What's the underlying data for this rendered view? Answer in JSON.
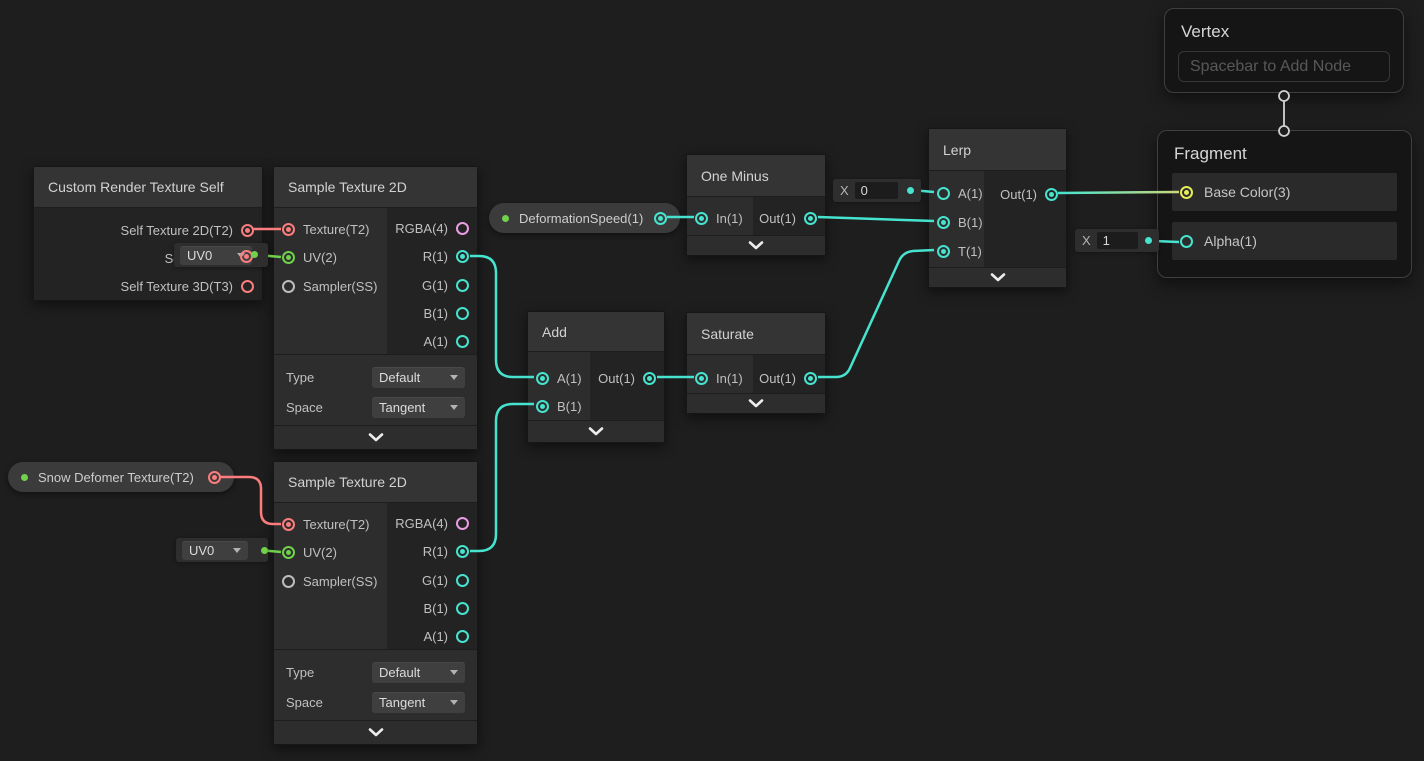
{
  "colors": {
    "wire_float": "#46e3cf",
    "wire_texture": "#fb7d7d",
    "wire_vector2": "#70d14b",
    "wire_gradient_end": "#ccd879",
    "port_float": "#46e3cf",
    "port_texture": "#fb7d7d",
    "port_vector2": "#70d14b",
    "port_vector3": "#e6ec5a",
    "port_vector4": "#ea9ce4",
    "port_sampler": "#bdbdbd",
    "property_dot": "#70d14b",
    "stack_edge": "#c0c0c0"
  },
  "nodes": {
    "custom_render_texture_self": {
      "title": "Custom Render Texture Self",
      "outputs": [
        "Self Texture 2D(T2)",
        "Self Texture",
        "Self Texture 3D(T3)"
      ]
    },
    "sample_texture_2d": {
      "title": "Sample Texture 2D",
      "inputs": [
        "Texture(T2)",
        "UV(2)",
        "Sampler(SS)"
      ],
      "outputs": [
        "RGBA(4)",
        "R(1)",
        "G(1)",
        "B(1)",
        "A(1)"
      ],
      "settings": {
        "type_label": "Type",
        "type_value": "Default",
        "space_label": "Space",
        "space_value": "Tangent"
      }
    },
    "one_minus": {
      "title": "One Minus",
      "input": "In(1)",
      "output": "Out(1)"
    },
    "add": {
      "title": "Add",
      "input_a": "A(1)",
      "input_b": "B(1)",
      "output": "Out(1)"
    },
    "saturate": {
      "title": "Saturate",
      "input": "In(1)",
      "output": "Out(1)"
    },
    "lerp": {
      "title": "Lerp",
      "input_a": "A(1)",
      "input_b": "B(1)",
      "input_t": "T(1)",
      "output": "Out(1)"
    }
  },
  "properties": {
    "deformation_speed": {
      "label": "DeformationSpeed(1)"
    },
    "snow_deformer_texture": {
      "label": "Snow Defomer Texture(T2)"
    }
  },
  "contexts": {
    "vertex": {
      "title": "Vertex",
      "placeholder": "Spacebar to Add Node"
    },
    "fragment": {
      "title": "Fragment",
      "slots": [
        "Base Color(3)",
        "Alpha(1)"
      ]
    }
  },
  "widgets": {
    "uv_channel": {
      "value": "UV0"
    },
    "lerp_a_default": {
      "label": "X",
      "value": "0"
    },
    "alpha_default": {
      "label": "X",
      "value": "1"
    }
  }
}
